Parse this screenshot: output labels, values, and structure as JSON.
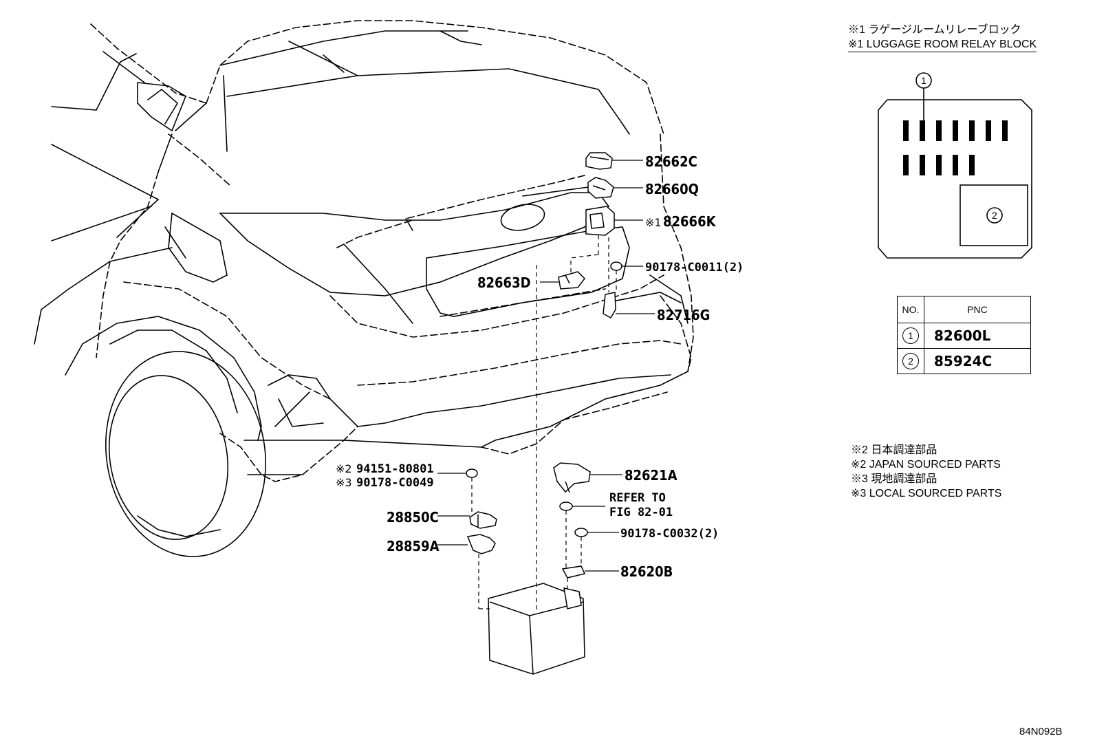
{
  "relay_block": {
    "title_jp": "※1 ラゲージルームリレーブロック",
    "title_en": "※1 LUGGAGE ROOM RELAY BLOCK",
    "callout_1": "1",
    "callout_2": "2"
  },
  "pnc_table": {
    "header_no": "NO.",
    "header_pnc": "PNC",
    "rows": [
      {
        "no": "1",
        "pnc": "82600L"
      },
      {
        "no": "2",
        "pnc": "85924C"
      }
    ]
  },
  "notes": {
    "line1": "※2 日本調達部品",
    "line2": "※2 JAPAN SOURCED PARTS",
    "line3": "※3 現地調達部品",
    "line4": "※3 LOCAL SOURCED PARTS"
  },
  "parts": {
    "p82662C": "82662C",
    "p82660Q": "82660Q",
    "p82666K_prefix": "※1",
    "p82666K": "82666K",
    "p90178C0011": "90178-C0011(2)",
    "p82663D": "82663D",
    "p82716G": "82716G",
    "p94151_prefix": "※2",
    "p94151": "94151-80801",
    "p90178C0049_prefix": "※3",
    "p90178C0049": "90178-C0049",
    "p82621A": "82621A",
    "refer_line1": "REFER TO",
    "refer_line2": "FIG 82-01",
    "p28850C": "28850C",
    "p90178C0032": "90178-C0032(2)",
    "p28859A": "28859A",
    "p82620B": "82620B"
  },
  "diagram_code": "84N092B"
}
